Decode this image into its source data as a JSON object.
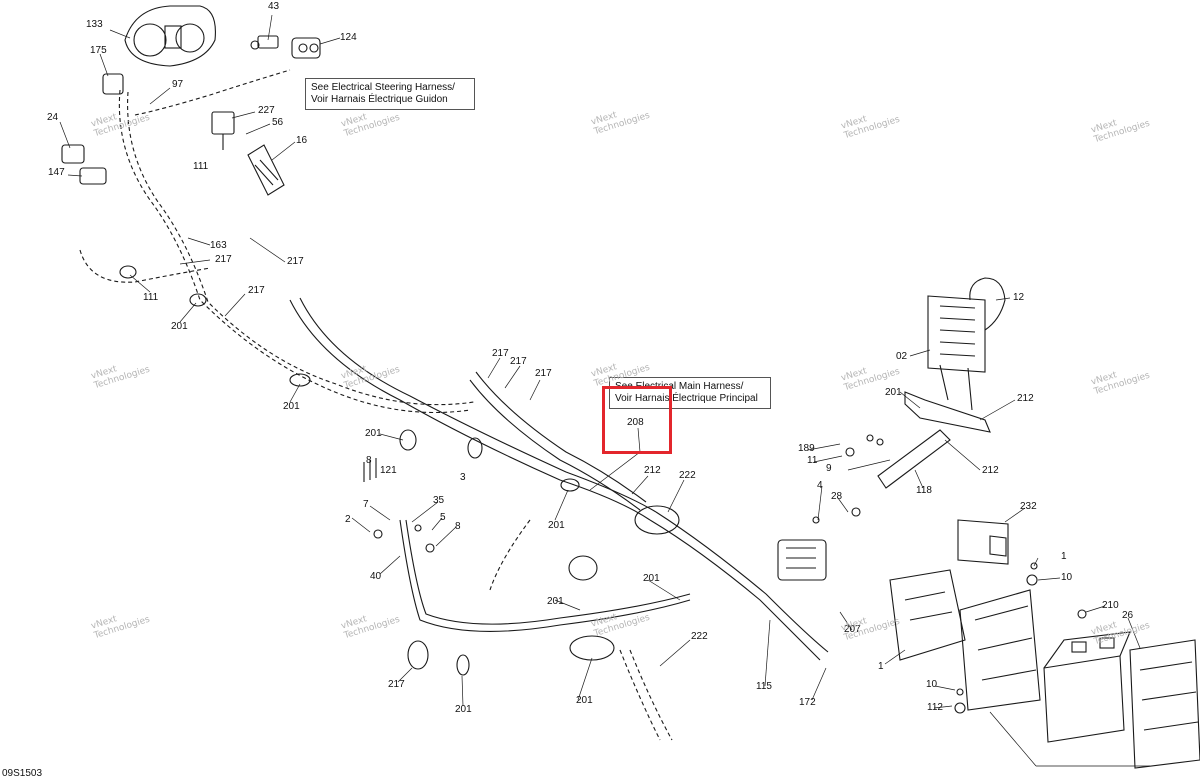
{
  "diagram": {
    "document_code": "09S1503",
    "notes": {
      "steering": [
        "See Electrical Steering Harness/",
        "Voir Harnais Électrique Guidon"
      ],
      "main": [
        "See Electrical Main Harness/",
        "Voir Harnais Électrique Principal"
      ]
    },
    "watermark": {
      "line1": "vNext",
      "line2": "Technologies"
    },
    "callouts": [
      "133",
      "43",
      "124",
      "175",
      "97",
      "227",
      "56",
      "16",
      "24",
      "147",
      "111",
      "163",
      "217",
      "217",
      "111",
      "217",
      "201",
      "217",
      "201",
      "217",
      "201",
      "217",
      "12",
      "02",
      "201",
      "212",
      "121",
      "8",
      "3",
      "208",
      "189",
      "11",
      "9",
      "212",
      "118",
      "212",
      "201",
      "222",
      "4",
      "28",
      "35",
      "2",
      "5",
      "8",
      "7",
      "232",
      "40",
      "1",
      "10",
      "201",
      "201",
      "207",
      "210",
      "26",
      "217",
      "201",
      "201",
      "222",
      "115",
      "172",
      "1",
      "10",
      "112"
    ],
    "colors": {
      "highlight": "#e3262c",
      "line": "#1a1a1a",
      "watermark": "#b5b5b5"
    }
  }
}
